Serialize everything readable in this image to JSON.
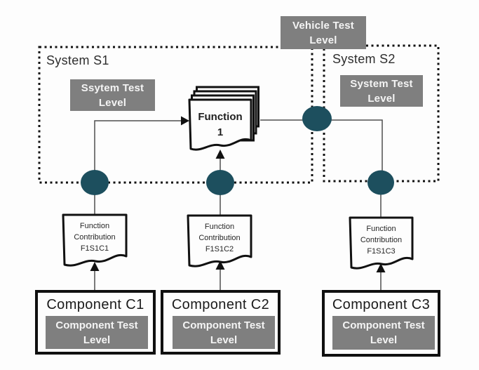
{
  "colors": {
    "accent_gray": "#7f7f7f",
    "node_teal": "#1d4f5e",
    "line_gray": "#4f4f4f"
  },
  "vehicle_test_level": {
    "label": "Vehicle Test Level"
  },
  "systems": [
    {
      "label": "System S1",
      "test_level": "Ssytem Test Level"
    },
    {
      "label": "System S2",
      "test_level": "System Test Level"
    }
  ],
  "function_document": {
    "line1": "Function",
    "line2": "1"
  },
  "contributions": [
    {
      "label": "Function Contribution F1S1C1"
    },
    {
      "label": "Function Contribution F1S1C2"
    },
    {
      "label": "Function Contribution F1S1C3"
    }
  ],
  "components": [
    {
      "title": "Component C1",
      "test_level": "Component Test Level"
    },
    {
      "title": "Component C2",
      "test_level": "Component Test Level"
    },
    {
      "title": "Component C3",
      "test_level": "Component Test Level"
    }
  ]
}
